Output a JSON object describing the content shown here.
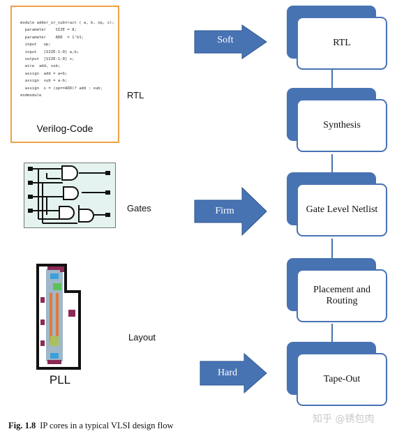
{
  "code_block": {
    "lines": [
      "module adder_or_subtract ( a, b, op, s);",
      "  parameter    SIZE = 8;",
      "  parameter    ADD  = 1'b1;",
      "  input   op;",
      "  input   [SIZE-1:0] a,b;",
      "  output  [SIZE-1:0] s;",
      "  wire  add, sub;",
      "  assign  add = a+b;",
      "  assign  sub = a-b;",
      "  assign  s = (op==ADD)? add : sub;",
      "endmodule"
    ],
    "caption": "Verilog-Code"
  },
  "labels": {
    "rtl": "RTL",
    "gates": "Gates",
    "layout": "Layout",
    "pll": "PLL"
  },
  "arrows": {
    "soft": "Soft",
    "firm": "Firm",
    "hard": "Hard"
  },
  "flow": {
    "stage1": "RTL",
    "stage2": "Synthesis",
    "stage3": "Gate Level Netlist",
    "stage4": "Placement and Routing",
    "stage5": "Tape-Out"
  },
  "caption": {
    "figure_number": "Fig. 1.8",
    "text": "IP cores in a typical VLSI design flow"
  },
  "watermark": "知乎 @锈包肉",
  "colors": {
    "arrow_fill": "#4873b3",
    "code_border": "#f0a046",
    "gates_background": "#e4f3ef"
  }
}
